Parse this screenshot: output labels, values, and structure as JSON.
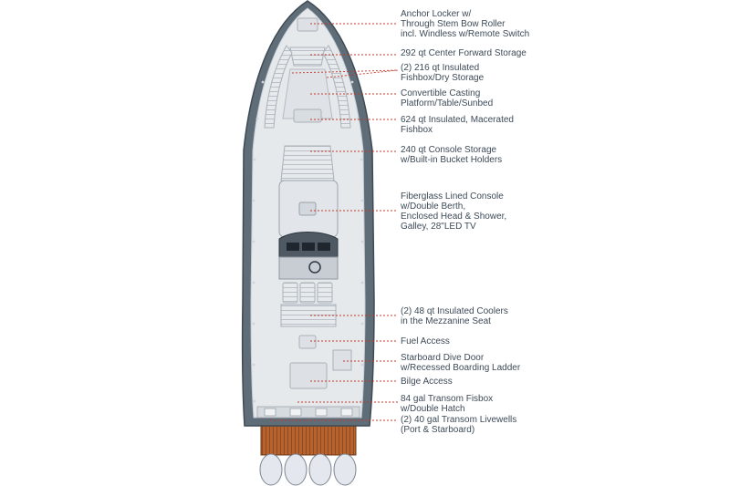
{
  "colors": {
    "hull_outline": "#5e6d78",
    "deck": "#e6e9ec",
    "deck_shade": "#cdd3d9",
    "leader_line": "#c0392b",
    "label_text": "#3d4a57",
    "swim_platform": "#b8622d",
    "engine_cowl": "#e4e8ee"
  },
  "callouts": [
    {
      "lines": [
        "Anchor Locker w/",
        "Through Stem Bow Roller",
        "incl. Windless w/Remote Switch"
      ]
    },
    {
      "lines": [
        "292 qt Center Forward Storage"
      ]
    },
    {
      "lines": [
        "(2) 216 qt Insulated",
        "Fishbox/Dry Storage"
      ]
    },
    {
      "lines": [
        "Convertible Casting",
        "Platform/Table/Sunbed"
      ]
    },
    {
      "lines": [
        "624 qt Insulated, Macerated",
        "Fishbox"
      ]
    },
    {
      "lines": [
        "240 qt Console Storage",
        "w/Built-in Bucket Holders"
      ]
    },
    {
      "lines": [
        "Fiberglass Lined Console",
        "w/Double Berth,",
        "Enclosed Head & Shower,",
        "Galley, 28\"LED TV"
      ]
    },
    {
      "lines": [
        "(2) 48 qt Insulated Coolers",
        "in the Mezzanine Seat"
      ]
    },
    {
      "lines": [
        "Fuel Access"
      ]
    },
    {
      "lines": [
        "Starboard Dive Door",
        "w/Recessed Boarding Ladder"
      ]
    },
    {
      "lines": [
        "Bilge Access"
      ]
    },
    {
      "lines": [
        "84 gal Transom Fisbox",
        "w/Double Hatch"
      ]
    },
    {
      "lines": [
        "(2) 40 gal Transom Livewells",
        "(Port & Starboard)"
      ]
    }
  ]
}
